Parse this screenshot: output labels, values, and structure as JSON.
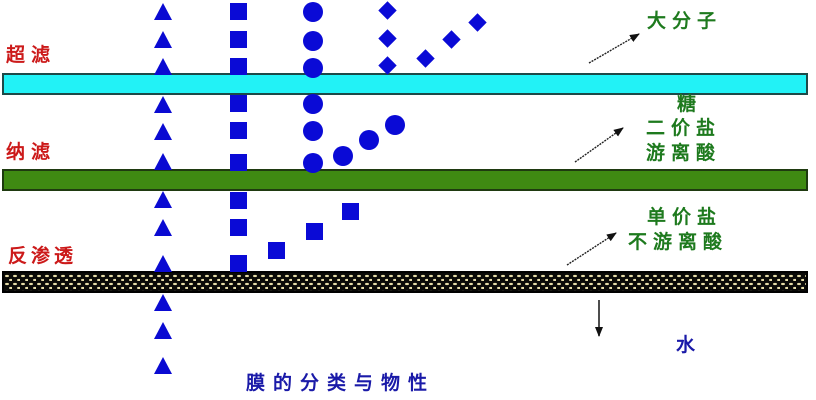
{
  "title": "膜的分类与物性",
  "membranes": [
    {
      "id": "uf",
      "label": "超滤",
      "color": "#22f2f6",
      "retained": [
        "大分子"
      ]
    },
    {
      "id": "nf",
      "label": "纳滤",
      "color": "#3f8a12",
      "retained": [
        "糖",
        "二价盐",
        "游离酸"
      ]
    },
    {
      "id": "ro",
      "label": "反渗透",
      "color": "#0a0a08",
      "retained": [
        "单价盐",
        "不游离酸"
      ]
    }
  ],
  "labels": {
    "uf_label": "超滤",
    "nf_label": "纳滤",
    "ro_label": "反渗透",
    "uf_retained": "大分子",
    "nf_retained_1": "糖",
    "nf_retained_2": "二价盐",
    "nf_retained_3": "游离酸",
    "ro_retained_1": "单价盐",
    "ro_retained_2": "不游离酸",
    "permeate": "水",
    "title": "膜的分类与物性"
  },
  "particles": {
    "water": {
      "shape": "triangle",
      "color": "#0a0ad2",
      "passes": [
        "uf",
        "nf",
        "ro"
      ]
    },
    "monovalent_salt": {
      "shape": "square",
      "color": "#0a0ad6",
      "passes": [
        "uf",
        "nf"
      ],
      "blocked_by": "ro"
    },
    "sugar_divalent": {
      "shape": "circle",
      "color": "#0a0ad6",
      "passes": [
        "uf"
      ],
      "blocked_by": "nf"
    },
    "macromolecule": {
      "shape": "diamond",
      "color": "#0a0ad6",
      "passes": [],
      "blocked_by": "uf"
    }
  },
  "colors": {
    "label_red": "#cc1a1a",
    "label_green": "#1e7a1e",
    "title_blue": "#1a1aa8",
    "particle_blue": "#0a0ad6"
  }
}
